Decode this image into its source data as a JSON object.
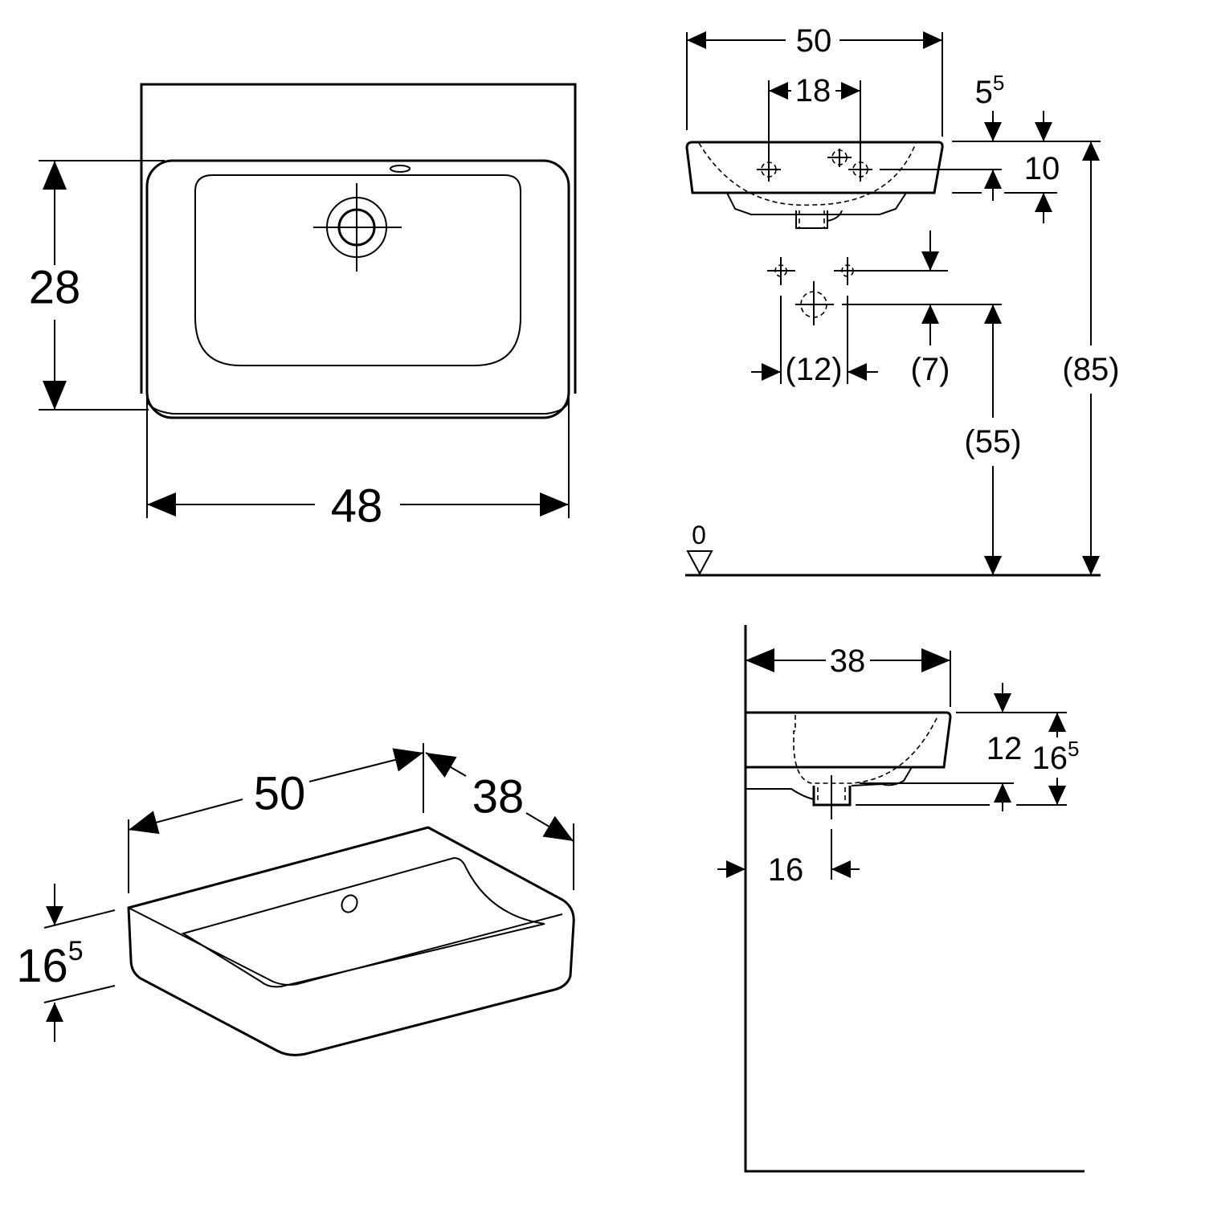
{
  "top_view": {
    "width_label": "48",
    "depth_label": "28"
  },
  "front_view": {
    "width_label": "50",
    "tap_spacing_label": "18",
    "rim_offset_main": "5",
    "rim_offset_sup": "5",
    "tap_height_label": "10",
    "supply_spacing_label": "(12)",
    "supply_offset_label": "(7)",
    "drain_height_label": "(55)",
    "rim_height_label": "(85)",
    "floor_level_label": "0"
  },
  "iso_view": {
    "width_label": "50",
    "depth_label": "38",
    "height_main": "16",
    "height_sup": "5"
  },
  "side_view": {
    "depth_label": "38",
    "bowl_height_label": "12",
    "height_main": "16",
    "height_sup": "5",
    "drain_offset_label": "16"
  }
}
